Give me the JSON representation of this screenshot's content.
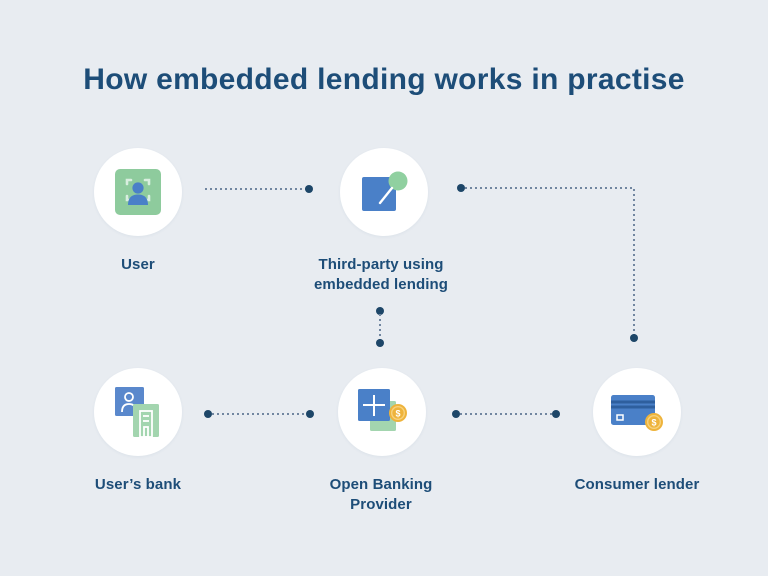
{
  "title": "How embedded lending works in practise",
  "colors": {
    "background": "#e8ecf1",
    "navy_text": "#1d4d78",
    "connector_dot": "#1d4668",
    "connector_line": "#7186a0",
    "circle_fill": "#ffffff",
    "icon_blue": "#4a80c8",
    "icon_blue_dark": "#2e5f9e",
    "icon_green": "#8ecb9d",
    "icon_green_light": "#a3d5af",
    "icon_gold": "#eeb33b"
  },
  "nodes": [
    {
      "id": "user",
      "label": "User",
      "icon": "face-scan-icon"
    },
    {
      "id": "third-party",
      "label": "Third-party using\nembedded lending",
      "icon": "document-magnifier-icon"
    },
    {
      "id": "users-bank",
      "label": "User’s bank",
      "icon": "person-building-icon"
    },
    {
      "id": "open-banking",
      "label": "Open Banking\nProvider",
      "icon": "plus-card-coin-icon"
    },
    {
      "id": "consumer-lender",
      "label": "Consumer lender",
      "icon": "credit-card-coin-icon"
    }
  ],
  "connections": [
    {
      "from": "User",
      "to": "Third-party using embedded lending",
      "path": "horizontal-dotted",
      "dots": [
        "end"
      ]
    },
    {
      "from": "Third-party using embedded lending",
      "to": "Consumer lender",
      "path": "elbow-right-then-down-dotted",
      "dots": [
        "start",
        "end"
      ]
    },
    {
      "from": "Third-party using embedded lending",
      "to": "Open Banking Provider",
      "path": "vertical-dotted",
      "dots": [
        "start",
        "end"
      ]
    },
    {
      "from": "User’s bank",
      "to": "Open Banking Provider",
      "path": "horizontal-dotted",
      "dots": [
        "start",
        "end"
      ]
    },
    {
      "from": "Open Banking Provider",
      "to": "Consumer lender",
      "path": "horizontal-dotted",
      "dots": [
        "start",
        "end"
      ]
    }
  ]
}
